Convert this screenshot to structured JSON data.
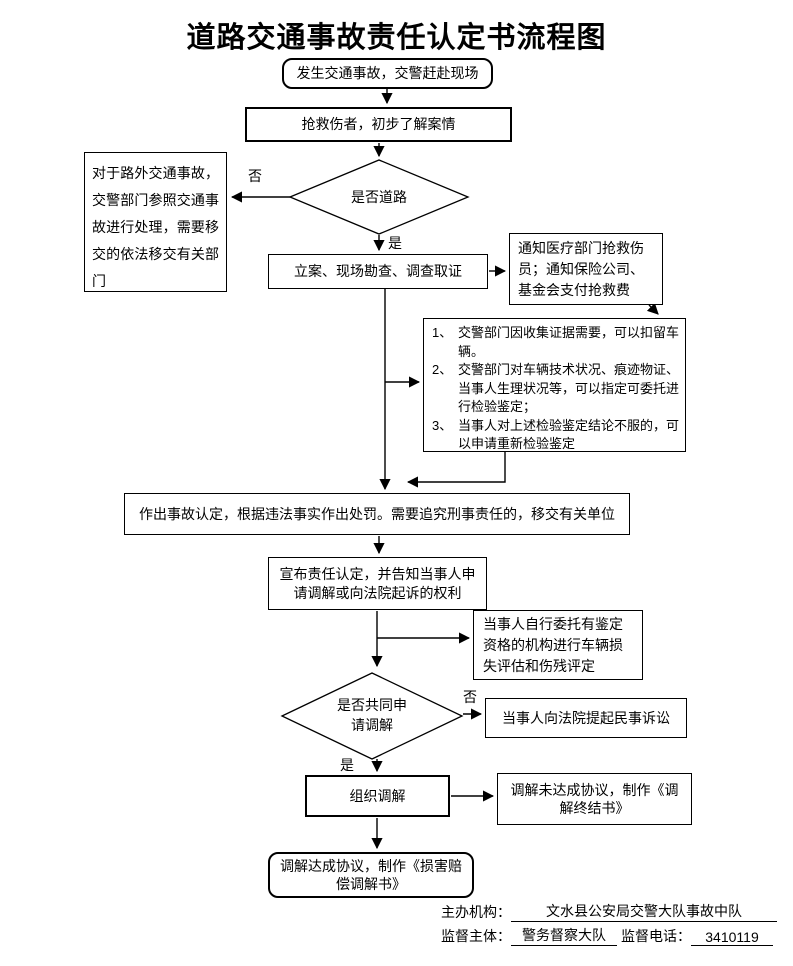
{
  "title": "道路交通事故责任认定书流程图",
  "flow": {
    "start": "发生交通事故，交警赶赴现场",
    "rescue": "抢救伤者，初步了解案情",
    "road_decision": "是否道路",
    "offroad_note": "对于路外交通事故，交警部门参照交通事故进行处理，需要移交的依法移交有关部门",
    "filing": "立案、现场勘查、调查取证",
    "notify_note": "通知医疗部门抢救伤员；通知保险公司、基金会支付抢救费",
    "legal_items": [
      {
        "num": "1、",
        "text": "交警部门因收集证据需要，可以扣留车辆。"
      },
      {
        "num": "2、",
        "text": "交警部门对车辆技术状况、痕迹物证、当事人生理状况等，可以指定可委托进行检验鉴定；"
      },
      {
        "num": "3、",
        "text": "当事人对上述检验鉴定结论不服的，可以申请重新检验鉴定"
      }
    ],
    "determination": "作出事故认定，根据违法事实作出处罚。需要追究刑事责任的，移交有关单位",
    "announce": "宣布责任认定，并告知当事人申请调解或向法院起诉的权利",
    "self_entrust_note": "当事人自行委托有鉴定资格的机构进行车辆损失评估和伤残评定",
    "mediation_decision": "是否共同申请调解",
    "lawsuit": "当事人向法院提起民事诉讼",
    "mediate": "组织调解",
    "mediation_fail": "调解未达成协议，制作《调解终结书》",
    "mediation_success": "调解达成协议，制作《损害赔偿调解书》"
  },
  "labels": {
    "yes": "是",
    "no": "否"
  },
  "footer": {
    "host_label": "主办机构：",
    "host_value": "文水县公安局交警大队事故中队",
    "supervisor_label": "监督主体：",
    "supervisor_value": "警务督察大队",
    "phone_label": "监督电话：",
    "phone_value": "3410119"
  },
  "colors": {
    "line": "#000000",
    "background": "#ffffff"
  }
}
